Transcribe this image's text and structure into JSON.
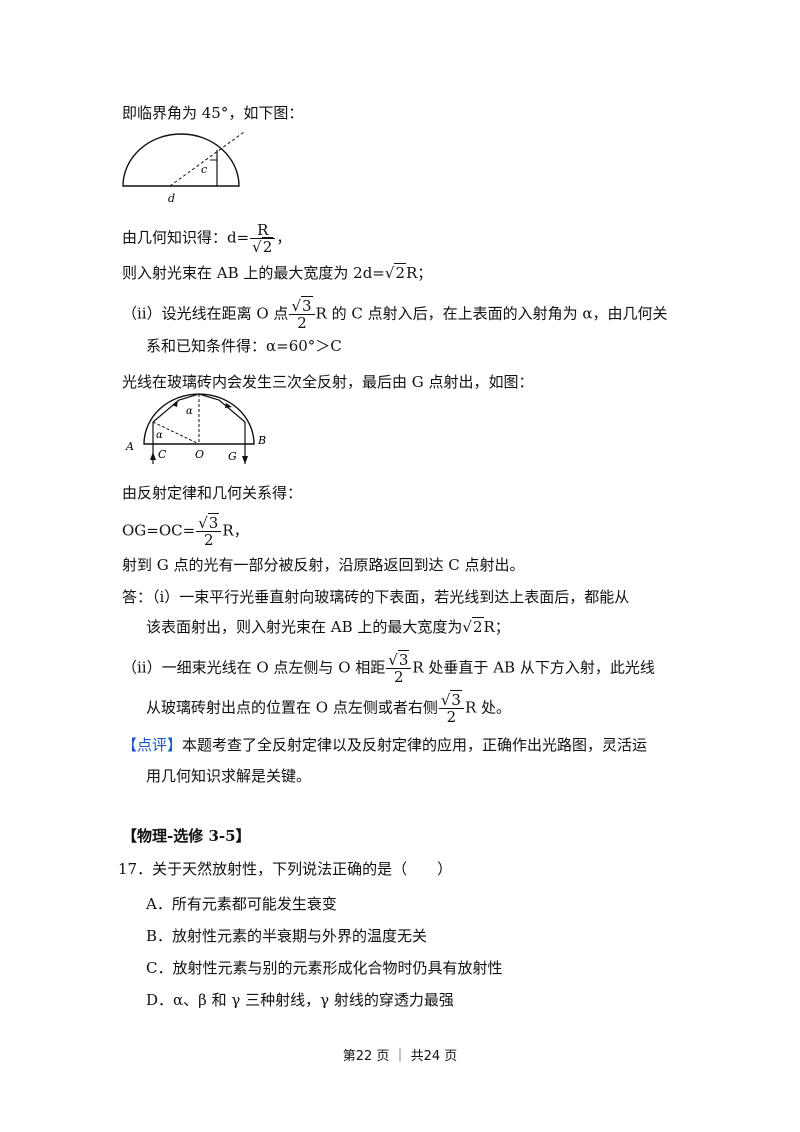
{
  "l1": "即临界角为 45°，如下图：",
  "fig1": {
    "label_c": "c",
    "label_d": "d"
  },
  "l2_pre": "由几何知识得：d=",
  "l2_num": "R",
  "l2_rad": "2",
  "l2_post": "，",
  "l3_pre": "则入射光束在 AB 上的最大宽度为 2d=",
  "l3_rad": "2",
  "l3_post": "R；",
  "l4_pre": "（ii）设光线在距离 O 点",
  "l4_rad": "3",
  "l4_den": "2",
  "l4_post": "R 的 C 点射入后，在上表面的入射角为 α，由几何关",
  "l5": "系和已知条件得：α=60°＞C",
  "l6": "光线在玻璃砖内会发生三次全反射，最后由 G 点射出，如图：",
  "fig2": {
    "A": "A",
    "B": "B",
    "C": "C",
    "O": "O",
    "G": "G",
    "a1": "α",
    "a2": "α"
  },
  "l7": "由反射定律和几何关系得：",
  "l8_pre": "OG=OC=",
  "l8_rad": "3",
  "l8_den": "2",
  "l8_post": "R，",
  "l9": "射到 G 点的光有一部分被反射，沿原路返回到达 C 点射出。",
  "ans1": "答：（i）一束平行光垂直射向玻璃砖的下表面，若光线到达上表面后，都能从",
  "ans2_pre": "该表面射出，则入射光束在 AB 上的最大宽度为",
  "ans2_rad": "2",
  "ans2_post": "R；",
  "ans3_pre": "（ii）一细束光线在 O 点左侧与 O 相距",
  "ans3_rad": "3",
  "ans3_den": "2",
  "ans3_post": "R 处垂直于 AB 从下方入射，此光线",
  "ans4_pre": "从玻璃砖射出点的位置在 O 点左侧或者右侧",
  "ans4_rad": "3",
  "ans4_den": "2",
  "ans4_post": "R 处。",
  "comment_tag": "【点评】",
  "comment1": "本题考查了全反射定律以及反射定律的应用，正确作出光路图，灵活运",
  "comment2": "用几何知识求解是关键。",
  "section": "【物理-选修 3-5】",
  "q17": "17．关于天然放射性，下列说法正确的是（　　）",
  "optA": "A．所有元素都可能发生衰变",
  "optB": "B．放射性元素的半衰期与外界的温度无关",
  "optC": "C．放射性元素与别的元素形成化合物时仍具有放射性",
  "optD": "D．α、β 和 γ 三种射线，γ 射线的穿透力最强",
  "footer": "第22 页 ｜ 共24 页"
}
